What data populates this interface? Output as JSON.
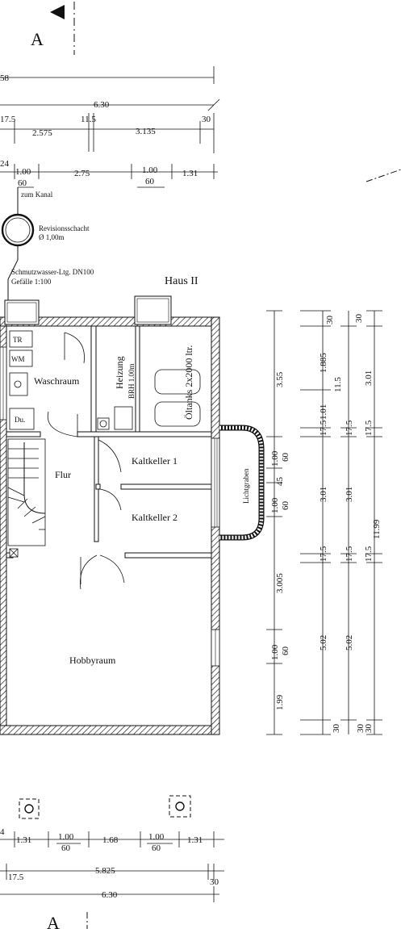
{
  "plan": {
    "title": "Haus II",
    "section_marker": "A",
    "rooms": {
      "tr": "TR",
      "wm": "WM",
      "waschraum": "Waschraum",
      "du": "Du.",
      "heizung": "Heizung",
      "brh": "BRH 1.00m",
      "oeltanks": "Öltanks 2x2000 ltr.",
      "kaltkeller1": "Kaltkeller 1",
      "kaltkeller2": "Kaltkeller 2",
      "flur": "Flur",
      "hobbyraum": "Hobbyraum",
      "lichtgraben": "Lichtgraben"
    },
    "annotations": {
      "zum_kanal": "zum Kanal",
      "revisionsschacht": "Revisionsschacht",
      "revisionsschacht_size": "Ø 1,00m",
      "schmutzwasser": "Schmutzwasser-Ltg. DN100",
      "gefaelle": "Gefälle 1:100"
    },
    "dims_top": {
      "overall_cut": "58",
      "total": "6.30",
      "d175": "17.5",
      "d2575": "2.575",
      "d115": "11.5",
      "d3135": "3.135",
      "d30": "30",
      "d24": "24",
      "w100a": "1.00",
      "w60a": "60",
      "d275": "2.75",
      "w100b": "1.00",
      "w60b": "60",
      "d131": "1.31"
    },
    "dims_right": {
      "c1_355": "3.55",
      "c1_100": "1.00",
      "c1_60": "60",
      "c1_45": "45",
      "c1_100b": "1.00",
      "c1_60b": "60",
      "c1_3005": "3.005",
      "c1_100c": "1.00",
      "c1_60c": "60",
      "c1_199": "1.99",
      "c2_30": "30",
      "c2_1885": "1.885",
      "c2_101": "1.01",
      "c2_175": "17.5",
      "c2_301": "3.01",
      "c2_175b": "17.5",
      "c2_502": "5.02",
      "c2_30b": "30",
      "c3_115": "11.5",
      "c3_175": "17.5",
      "c3_301": "3.01",
      "c3_175b": "17.5",
      "c3_502": "5.02",
      "c3_30": "30",
      "c4_30": "30",
      "c4_301": "3.01",
      "c4_175": "17.5",
      "c4_1199": "11.99",
      "c4_175b": "17.5",
      "c4_30b": "30"
    },
    "dims_bottom": {
      "d131a": "1.31",
      "w100a": "1.00",
      "w60a": "60",
      "d168": "1.68",
      "w100b": "1.00",
      "w60b": "60",
      "d131b": "1.31",
      "d175": "17.5",
      "d5825": "5.825",
      "d30": "30",
      "total": "6.30",
      "d4": "4"
    }
  }
}
